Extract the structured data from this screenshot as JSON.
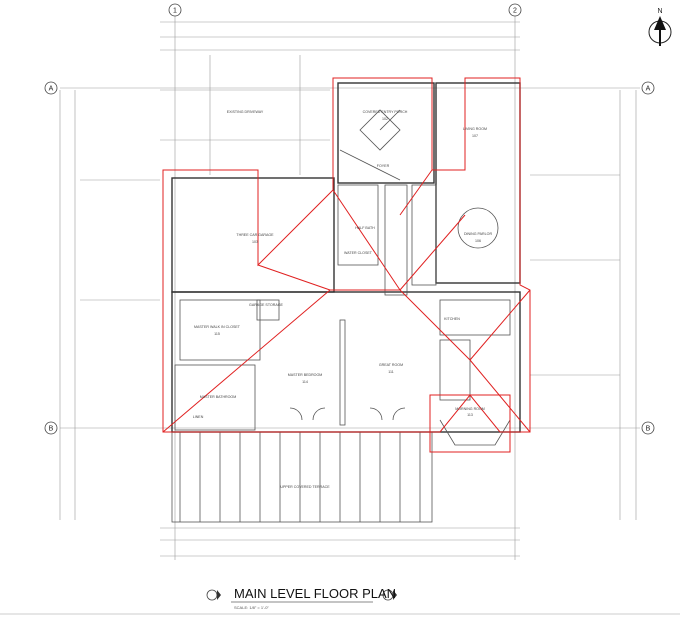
{
  "sheet": {
    "title": "MAIN LEVEL FLOOR PLAN",
    "scale": "SCALE: 1/8\" = 1'-0\"",
    "north_label": "N",
    "grid_columns": [
      "1",
      "2"
    ],
    "grid_rows": [
      "A",
      "B"
    ]
  },
  "rooms": [
    {
      "name": "EXISTING DRIVEWAY",
      "number": ""
    },
    {
      "name": "COVERED ENTRY PORCH",
      "number": "102"
    },
    {
      "name": "LIVING ROOM",
      "number": "107"
    },
    {
      "name": "FOYER",
      "number": "101"
    },
    {
      "name": "THREE CAR GARAGE",
      "number": "103"
    },
    {
      "name": "HALF BATH",
      "number": "105"
    },
    {
      "name": "DINING PARLOR",
      "number": "106"
    },
    {
      "name": "MASTER WALK IN CLOSET",
      "number": "115"
    },
    {
      "name": "GARAGE STORAGE",
      "number": "104"
    },
    {
      "name": "KITCHEN",
      "number": "112"
    },
    {
      "name": "MASTER BEDROOM",
      "number": "114"
    },
    {
      "name": "GREAT ROOM",
      "number": "111"
    },
    {
      "name": "MASTER BATHROOM",
      "number": "116"
    },
    {
      "name": "MORNING ROOM",
      "number": "113"
    },
    {
      "name": "UPPER COVERED TERRACE",
      "number": ""
    },
    {
      "name": "WATER CLOSET",
      "number": ""
    },
    {
      "name": "LINEN",
      "number": ""
    }
  ]
}
